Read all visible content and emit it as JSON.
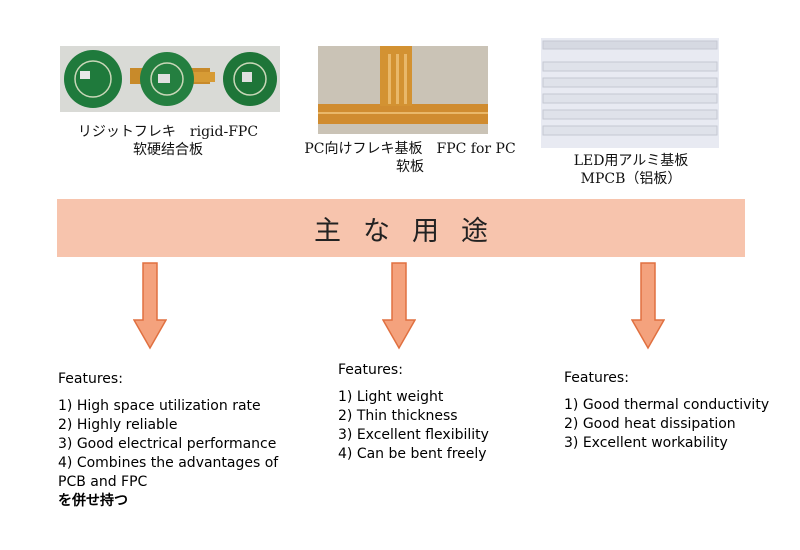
{
  "products": [
    {
      "caption_lines": [
        "リジットフレキ　rigid-FPC",
        "软硬结合板"
      ]
    },
    {
      "caption_lines": [
        "PC向けフレキ基板　FPC for PC",
        "软板"
      ]
    },
    {
      "caption_lines": [
        "LED用アルミ基板",
        "MPCB（铝板）"
      ]
    }
  ],
  "banner": {
    "text": "主な用途"
  },
  "columns": [
    {
      "heading": "Features:",
      "items": [
        "1) High space utilization rate",
        "2) Highly reliable",
        "3) Good electrical performance",
        "4) Combines the advantages of",
        "PCB and FPC"
      ],
      "note": "を併せ持つ"
    },
    {
      "heading": "Features:",
      "items": [
        "1) Light weight",
        "2) Thin thickness",
        "3) Excellent flexibility",
        "4) Can be bent freely"
      ]
    },
    {
      "heading": "Features:",
      "items": [
        "1) Good thermal conductivity",
        "2) Good heat dissipation",
        "3) Excellent workability"
      ]
    }
  ],
  "colors": {
    "banner": "#f7c4ad",
    "arrow_fill": "#f4a27d",
    "arrow_stroke": "#e07040"
  }
}
